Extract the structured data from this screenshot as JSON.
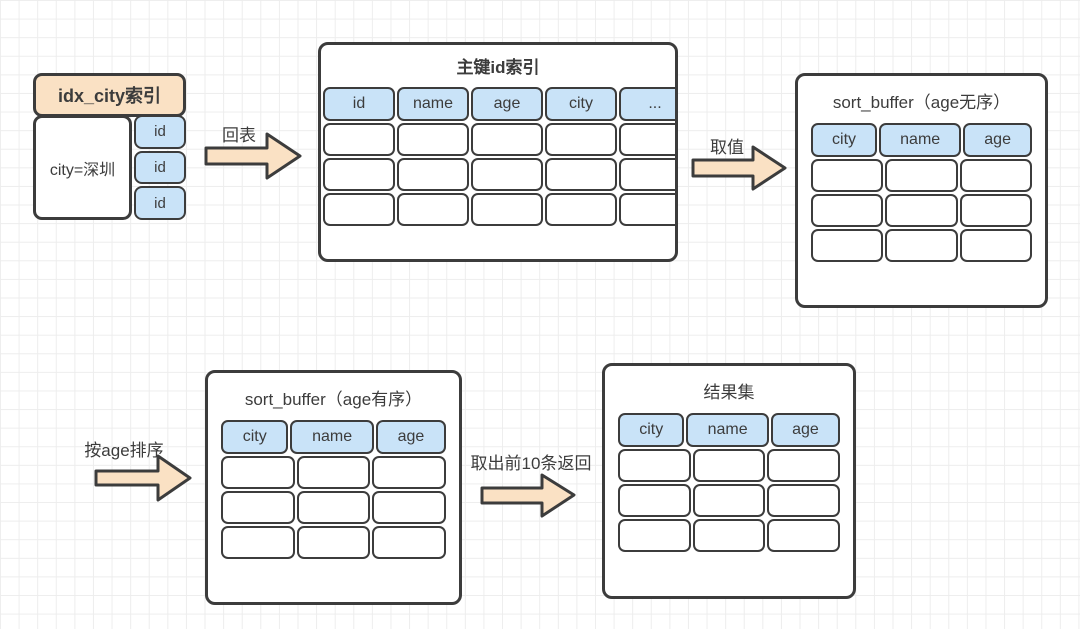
{
  "colors": {
    "peach": "#FAE1C4",
    "blue": "#C9E3F8",
    "ink": "#3C3C3C",
    "grid": "#EDEDED"
  },
  "idx_city": {
    "title": "idx_city索引",
    "condition": "city=深圳",
    "id_cells": [
      "id",
      "id",
      "id"
    ]
  },
  "primary_table": {
    "title": "主键id索引",
    "columns": [
      "id",
      "name",
      "age",
      "city",
      "..."
    ],
    "empty_rows": 3
  },
  "sort_buffer_unsorted": {
    "title": "sort_buffer（age无序）",
    "columns": [
      "city",
      "name",
      "age"
    ],
    "empty_rows": 3
  },
  "sort_buffer_sorted": {
    "title": "sort_buffer（age有序）",
    "columns": [
      "city",
      "name",
      "age"
    ],
    "empty_rows": 3
  },
  "result_set": {
    "title": "结果集",
    "columns": [
      "city",
      "name",
      "age"
    ],
    "empty_rows": 3
  },
  "arrows": {
    "back_to_table": {
      "label": "回表"
    },
    "fetch_values": {
      "label": "取值"
    },
    "sort_by_age": {
      "label": "按age排序"
    },
    "return_top10": {
      "label": "取出前10条返回"
    }
  }
}
